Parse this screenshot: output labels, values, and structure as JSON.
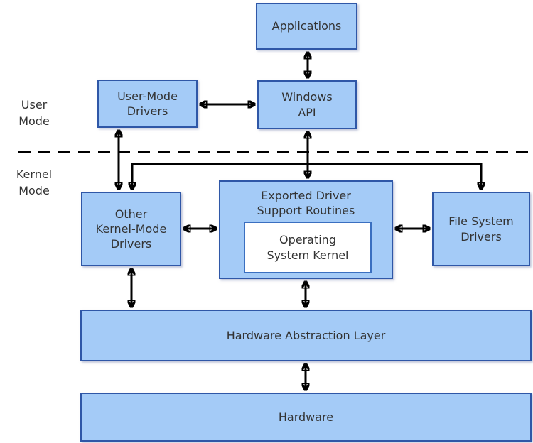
{
  "diagram": {
    "mode_labels": {
      "user": "User\nMode",
      "kernel": "Kernel\nMode"
    },
    "boxes": {
      "applications": {
        "label": "Applications"
      },
      "user_mode_drivers": {
        "label": "User-Mode\nDrivers"
      },
      "windows_api": {
        "label": "Windows\nAPI"
      },
      "other_kernel_mode_drivers": {
        "label": "Other\nKernel-Mode\nDrivers"
      },
      "exported_driver_support_routines": {
        "label": "Exported Driver\nSupport Routines"
      },
      "operating_system_kernel": {
        "label": "Operating\nSystem Kernel"
      },
      "file_system_drivers": {
        "label": "File System\nDrivers"
      },
      "hardware_abstraction_layer": {
        "label": "Hardware Abstraction Layer"
      },
      "hardware": {
        "label": "Hardware"
      }
    },
    "colors": {
      "box_fill": "#A4CBF7",
      "box_border": "#2F57A7",
      "inner_box_fill": "#FFFFFF",
      "arrow": "#000000",
      "text": "#333333",
      "background": "#FFFFFF"
    }
  }
}
